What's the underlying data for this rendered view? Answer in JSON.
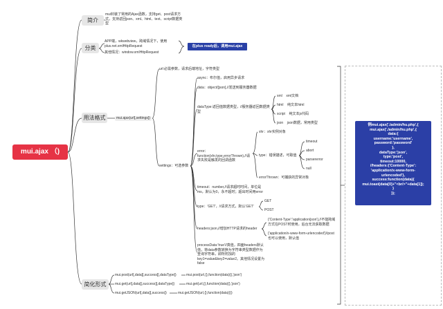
{
  "root": "mui.ajax （)",
  "categories": {
    "intro": "简介",
    "classify": "分类",
    "usage": "用法格式",
    "simplified": "简化形式"
  },
  "intro_text": "mui封装了常用的Ajax函数，支持get、post请求方式，支持返回json、xml、html、text、script数据类型",
  "classify_items": {
    "app": "APP端，wkwebview，跨域情况下，使用plus.net.xmlHttpRequest",
    "other": "其他情况：window.xmlHttpRequest"
  },
  "badge": "在plus ready后，调用mui.ajax",
  "usage_main": "mui.ajax(url[,settings])",
  "url_desc": "url:必需参数，请求后端地址，字符类型",
  "settings_label": "settings：可选参数",
  "settings": {
    "async": "async：布尔值，启用异步请求",
    "data": "data：object/[json],//发送到服务器数据",
    "datatype": "dataType:返回值数据类型，//服务器返回数据类型",
    "error": "error：function(xhr,type,errorThrown),//请求失败是触发的回调函数",
    "timeout": "timeout：number,//请求超时时间，单位是ms，默认为0，永不超时；超出时间用error",
    "type": "type：'GET'，//请求方式，默认'GET'",
    "headers": "headers:json,//增加HTTP请求的header",
    "processData": "processData:'true'//真值，四面headers默认值，将data参数转换为字符串类型数据作为查询字符串，即所附加的key1=value&key2=value2。其他情况设置为false"
  },
  "datatypes": [
    {
      "name": "xml",
      "desc": "xml文档"
    },
    {
      "name": "html",
      "desc": "纯文本html"
    },
    {
      "name": "script",
      "desc": "纯文本js代码"
    },
    {
      "name": "json",
      "desc": "json数据，常用类型"
    }
  ],
  "error_children": {
    "xhr": "xhr：xhr实例对象",
    "type": "type：错误描述，可取值",
    "errorThrown": "errorThrown：可捕获的异常对象"
  },
  "error_types": [
    "timeout",
    "abort",
    "parsererror",
    "null"
  ],
  "methods": [
    "GET",
    "POST"
  ],
  "header_values": [
    "{'Content-Type':'application/json'},//不能跨域方式在POST时使用，后台无法获取数据",
    "{'application/x-www-form-urlencoded'}//post也可以使用，默认值"
  ],
  "simplified": [
    {
      "left": "mui.post(url[,data][,success][,dataType])",
      "right": "mui.post(url,{},function(data){},'json')"
    },
    {
      "left": "mui.get(url[,data][,success][,dataType])",
      "right": "mui.get(url,{},function(data){},'json')"
    },
    {
      "left": "mui.getJSON(url[,data][,success])",
      "right": "mui.getJSON(url,{},function(data){})"
    }
  ],
  "code_lines": [
    "例mui.ajax('./admin/hu.php',{",
    "mui.ajax('./admin/hu.php',{",
    "data:{",
    "username:'username',",
    "password:'password'",
    "},",
    "dataType:'json',",
    "type:'post',",
    "timeout:10000,",
    "//headers:{'Content-Type':",
    "'application/x-www-form-",
    "urlencoded'},",
    "success:function(data){",
    "mui.toast(data[0]+\"<br/>\"+data[1]);",
    "}",
    "});"
  ],
  "colors": {
    "root": "#e63345",
    "badge": "#2940a6",
    "code": "#2b3fa6",
    "line": "#333333"
  }
}
